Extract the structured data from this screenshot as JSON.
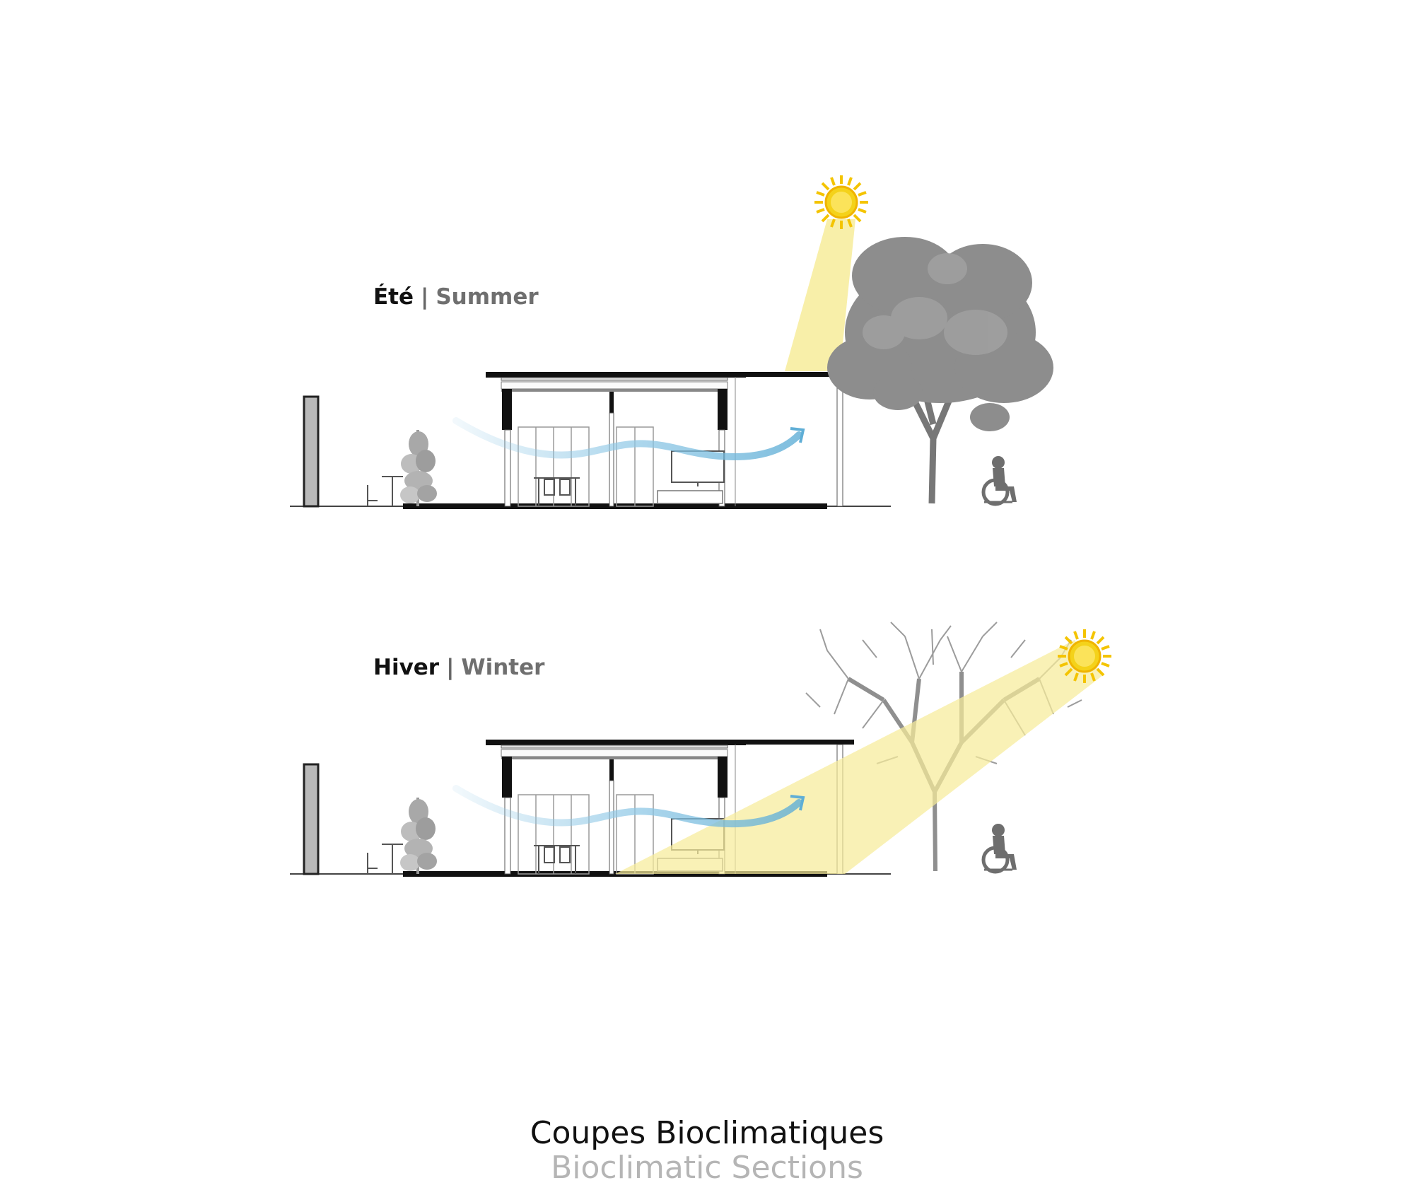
{
  "sections": [
    {
      "id": "summer",
      "label_fr": "Été",
      "separator": "|",
      "label_en": "Summer"
    },
    {
      "id": "winter",
      "label_fr": "Hiver",
      "separator": "|",
      "label_en": "Winter"
    }
  ],
  "caption": {
    "title_fr": "Coupes Bioclimatiques",
    "title_en": "Bioclimatic Sections"
  },
  "colors": {
    "sun": "#f4d21a",
    "sun_beam": "#f7ec9a",
    "airflow": "#8fc8e6",
    "structure": "#111111",
    "wall": "#b9b9b9",
    "tree_foliage": "#8d8d8d",
    "person": "#6e6e6e"
  },
  "icons": [
    "sun-icon",
    "airflow-arrow-icon",
    "wheelchair-user-icon",
    "deciduous-tree-icon",
    "bare-tree-icon",
    "shrub-icon"
  ]
}
